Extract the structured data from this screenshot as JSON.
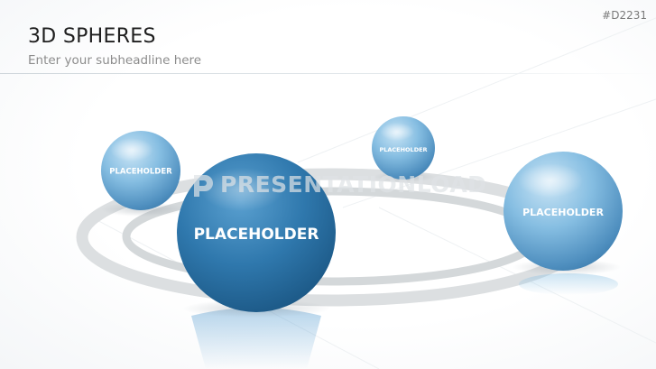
{
  "slide": {
    "code": "#D2231",
    "title": "3D SPHERES",
    "subtitle": "Enter your subheadline here",
    "watermark": "PRESENTATIONLOAD"
  },
  "spheres": [
    {
      "label": "PLACEHOLDER",
      "tone": "light",
      "color": "#7fb8dc"
    },
    {
      "label": "PLACEHOLDER",
      "tone": "dark",
      "color": "#2f78ad"
    },
    {
      "label": "PLACEHOLDER",
      "tone": "light",
      "color": "#7fb8dc"
    },
    {
      "label": "PLACEHOLDER",
      "tone": "light",
      "color": "#7fb8dc"
    }
  ],
  "colors": {
    "ring": "#d9dcde",
    "sphere_light": "#7fb8dc",
    "sphere_dark": "#2f78ad"
  }
}
